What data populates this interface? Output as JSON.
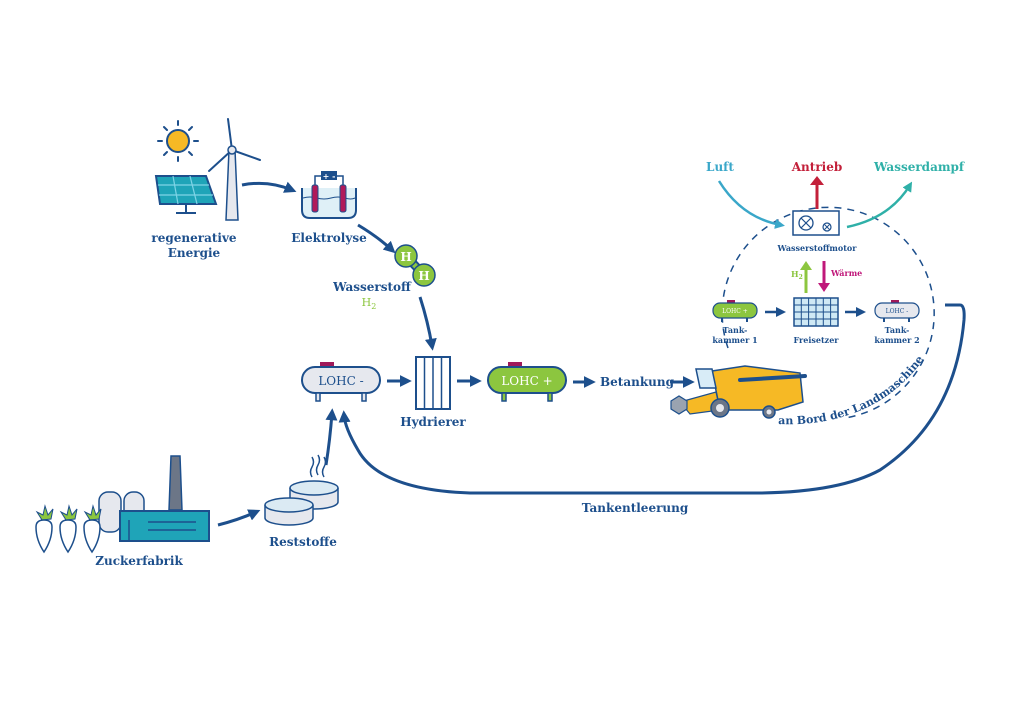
{
  "colors": {
    "navy": "#1d4f8c",
    "dark_navy": "#16427a",
    "green": "#8cc63f",
    "cyan": "#3aa7c9",
    "teal": "#2fb0a8",
    "red": "#c3203a",
    "magenta": "#c0187a",
    "yellow": "#f6b925",
    "teal_factory": "#1fa4b8",
    "light_gray": "#e6e8ee",
    "panel_blue": "#7fc7e6"
  },
  "labels": {
    "renewable": [
      "regenerative",
      "Energie"
    ],
    "electrolysis": "Elektrolyse",
    "hydrogen": "Wasserstoff",
    "hydrogen_formula": "H",
    "hydrogen_sub": "2",
    "h_atom": "H",
    "lohc_minus": "LOHC -",
    "lohc_plus": "LOHC +",
    "hydrogenator": "Hydrierer",
    "refuelling": "Betankung",
    "sugar_factory": "Zuckerfabrik",
    "residues": "Reststoffe",
    "tank_emptying": "Tankentleerung",
    "on_board": "an Bord der Landmaschine",
    "battery_sign": "+ -"
  },
  "onboard": {
    "air": "Luft",
    "drive": "Antrieb",
    "steam": "Wasserdampf",
    "engine": "Wasserstoffmotor",
    "h2": "H",
    "h2_sub": "2",
    "heat": "Wärme",
    "tank1": [
      "Tank-",
      "kammer 1"
    ],
    "releaser": "Freisetzer",
    "tank2": [
      "Tank-",
      "kammer 2"
    ],
    "tank1_label": "LOHC +",
    "tank2_label": "LOHC -"
  }
}
